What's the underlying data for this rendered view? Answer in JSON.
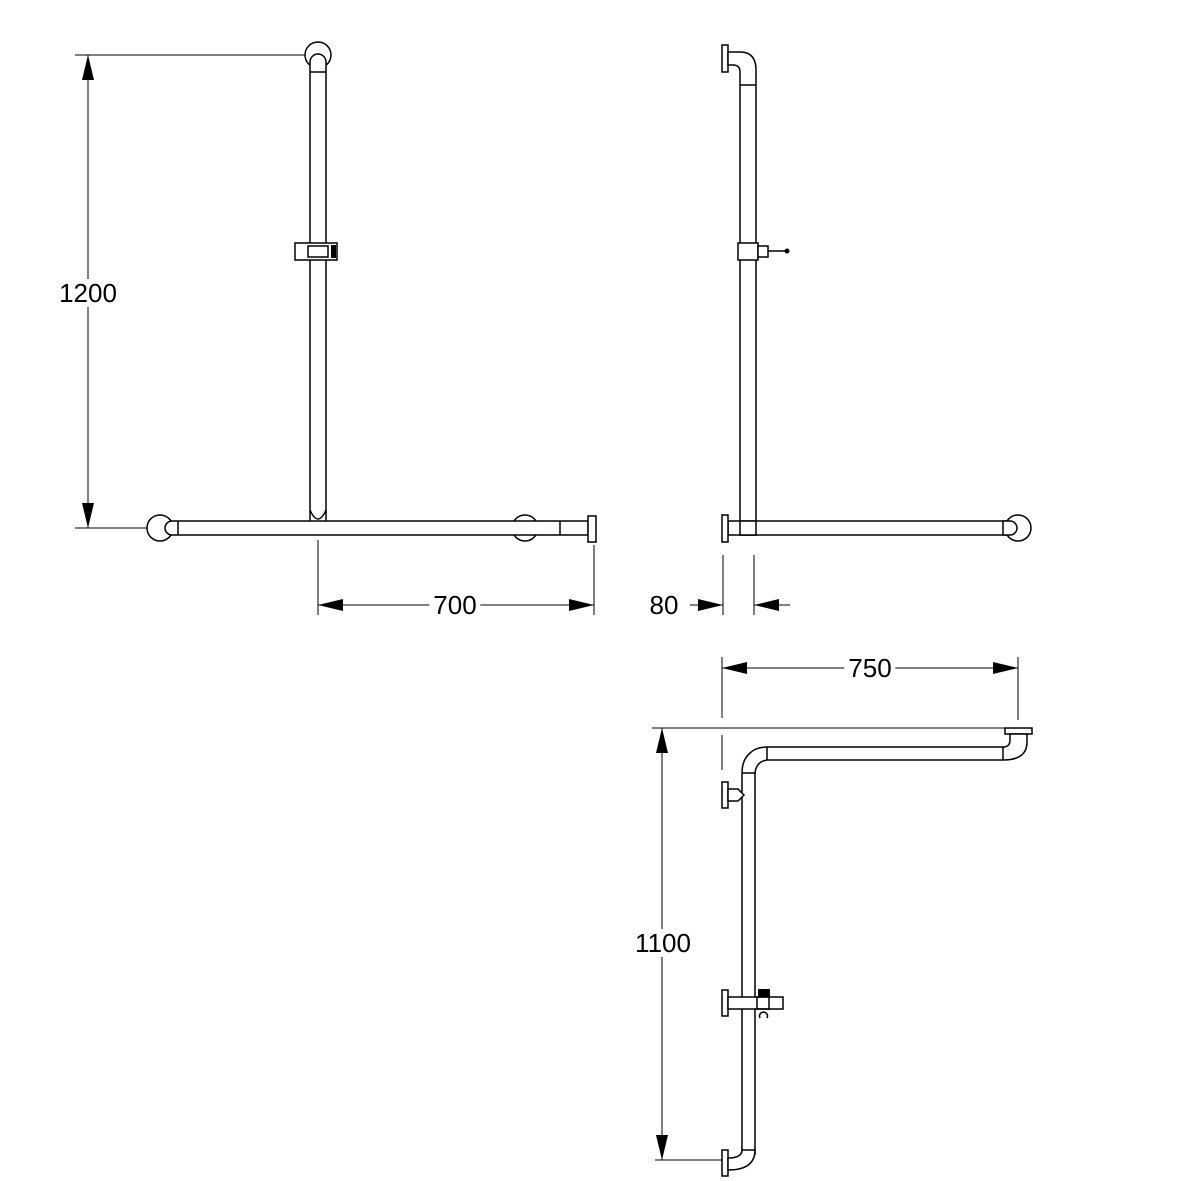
{
  "title": "L-shaped grab bar with shower rail – technical drawing",
  "views": [
    "front-view",
    "side-view",
    "plan-view"
  ],
  "dimensions": {
    "front_height": "1200",
    "front_width": "700",
    "side_offset": "80",
    "plan_width": "750",
    "plan_height": "1100"
  },
  "colors": {
    "line": "#000000",
    "background": "#ffffff"
  }
}
